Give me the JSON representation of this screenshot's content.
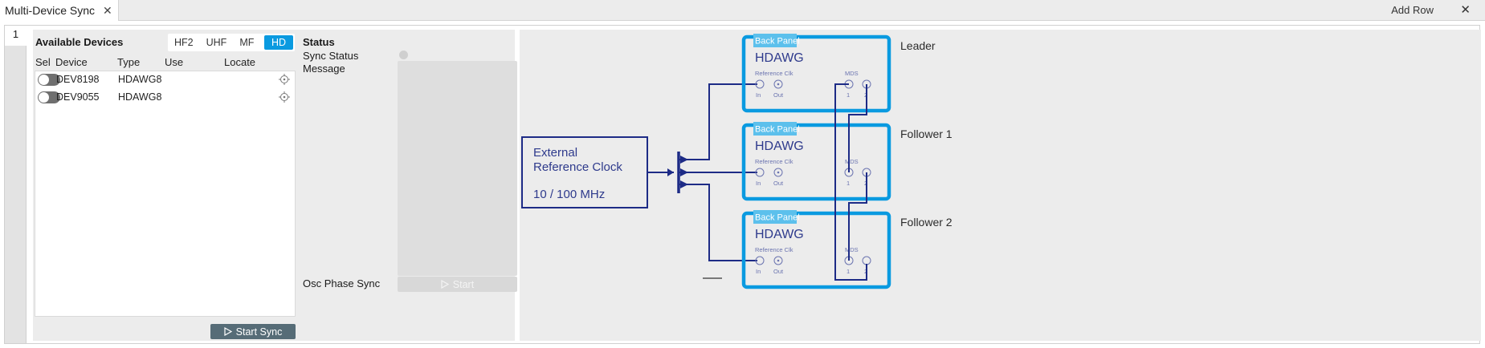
{
  "window": {
    "tab_title": "Multi-Device Sync",
    "add_row_label": "Add Row",
    "row_tab_label": "1"
  },
  "devices_panel": {
    "title": "Available Devices",
    "filters": [
      "HF2",
      "UHF",
      "MF",
      "HD"
    ],
    "active_filter": "HD",
    "columns": [
      "Sel",
      "Device",
      "Type",
      "Use",
      "Locate"
    ],
    "rows": [
      {
        "selected": false,
        "device": "DEV8198",
        "type": "HDAWG8",
        "use": ""
      },
      {
        "selected": false,
        "device": "DEV9055",
        "type": "HDAWG8",
        "use": ""
      }
    ],
    "start_sync_label": "Start Sync"
  },
  "status_panel": {
    "title": "Status",
    "sync_status_label": "Sync Status",
    "message_label": "Message",
    "message_value": "",
    "osc_phase_sync_label": "Osc Phase Sync",
    "start_label": "Start"
  },
  "diagram": {
    "ext_clock": {
      "line1": "External",
      "line2": "Reference Clock",
      "freq": "10 / 100 MHz"
    },
    "devices": [
      {
        "role": "Leader",
        "tag": "Back Panel",
        "model": "HDAWG",
        "ref_label": "Reference Clk",
        "mds_label": "MDS",
        "in_label": "In",
        "out_label": "Out",
        "mds1_label": "1",
        "mds2_label": "2"
      },
      {
        "role": "Follower 1",
        "tag": "Back Panel",
        "model": "HDAWG",
        "ref_label": "Reference Clk",
        "mds_label": "MDS",
        "in_label": "In",
        "out_label": "Out",
        "mds1_label": "1",
        "mds2_label": "2"
      },
      {
        "role": "Follower 2",
        "tag": "Back Panel",
        "model": "HDAWG",
        "ref_label": "Reference Clk",
        "mds_label": "MDS",
        "in_label": "In",
        "out_label": "Out",
        "mds1_label": "1",
        "mds2_label": "2"
      }
    ],
    "colors": {
      "wire": "#1d2b86",
      "device_border": "#0a9ae0",
      "tag_bg": "#5cc0ec",
      "text": "#2e3a8c"
    }
  }
}
